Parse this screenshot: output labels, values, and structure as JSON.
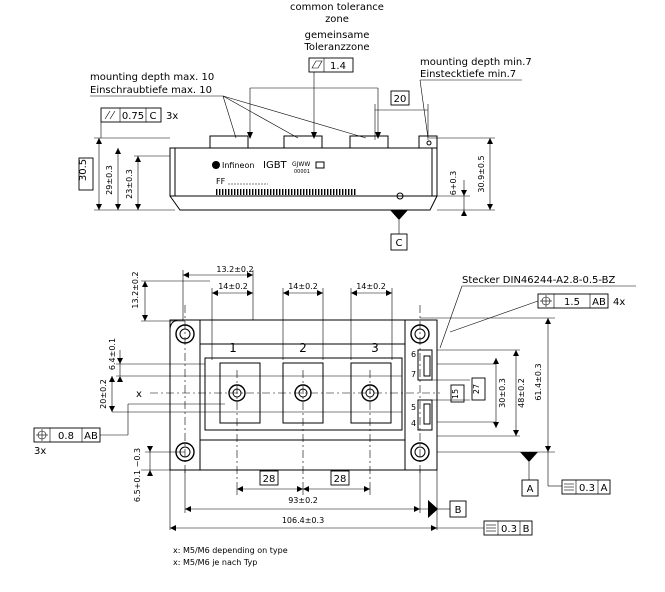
{
  "top_notes": {
    "tolerance_en_1": "common tolerance",
    "tolerance_en_2": "zone",
    "tolerance_de_1": "gemeinsame",
    "tolerance_de_2": "Toleranzzone",
    "flatness_value": "1.4",
    "depth_max_en": "mounting depth max. 10",
    "depth_max_de": "Einschraubtiefe max. 10",
    "depth_min_en": "mounting depth min.7",
    "depth_min_de": "Einstecktiefe min.7",
    "parallel_value": "0.75",
    "parallel_ref": "C",
    "parallel_count": "3x",
    "dim_20": "20",
    "dim_30_5": "30.5",
    "dim_29": "29±0.3",
    "dim_23": "23±0.3",
    "dim_6": "6+0.3",
    "dim_30_9": "30.9±0.5",
    "datum_c": "C",
    "label_brand": "Infineon",
    "label_igbt": "IGBT",
    "label_code": "GJWW",
    "label_code_sub": "00001",
    "label_ff": "FF"
  },
  "plan": {
    "dim_13_2_h": "13.2±0.2",
    "dim_13_2_v": "13.2±0.2",
    "dim_14_a": "14±0.2",
    "dim_14_b": "14±0.2",
    "dim_14_c": "14±0.2",
    "connector_label": "Stecker DIN46244-A2.8-0.5-BZ",
    "pos_value": "1.5",
    "pos_ref": "AB",
    "pos_count": "4x",
    "terminal_1": "1",
    "terminal_2": "2",
    "terminal_3": "3",
    "dim_6_4": "6.4±0.1",
    "dim_20": "20±0.2",
    "x_mark": "x",
    "dim_15": "15",
    "dim_27": "27",
    "dim_30": "30±0.3",
    "dim_48": "48±0.2",
    "dim_61_4": "61.4±0.3",
    "pin_6": "6",
    "pin_7": "7",
    "pin_5": "5",
    "pin_4": "4",
    "hole_pos_value": "0.8",
    "hole_pos_ref": "AB",
    "hole_count": "3x",
    "dim_6_5": "6.5+0.1 −0.3",
    "dim_28_a": "28",
    "dim_28_b": "28",
    "dim_93": "93±0.2",
    "datum_b": "B",
    "datum_a": "A",
    "flat_a_value": "0.3",
    "flat_a_ref": "A",
    "dim_106_4": "106.4±0.3",
    "flat_b_value": "0.3",
    "flat_b_ref": "B"
  },
  "footnotes": {
    "line_en": "x: M5/M6 depending on type",
    "line_de": "x: M5/M6 je nach Typ"
  }
}
